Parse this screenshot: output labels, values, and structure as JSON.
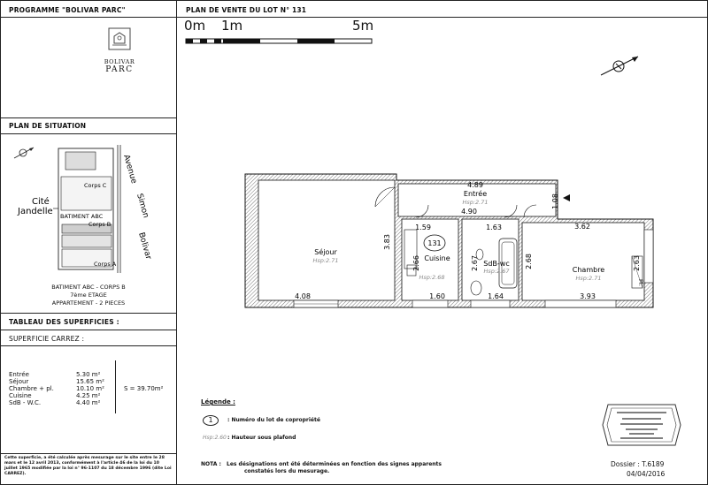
{
  "header": {
    "programme": "PROGRAMME \"BOLIVAR PARC\"",
    "plan_title": "PLAN DE VENTE DU LOT N° 131"
  },
  "logo": {
    "line1": "BOLIVAR",
    "line2": "PARC"
  },
  "situation": {
    "title": "PLAN DE SITUATION",
    "labels": {
      "avenue": "Avenue",
      "simon": "Simon",
      "bolivar": "Bolivar",
      "cite": "Cité",
      "jandelle": "Jandelle",
      "corps_c": "Corps C",
      "batiment_abc": "BATIMENT ABC",
      "corps_b": "Corps B",
      "corps_a": "Corps A"
    },
    "caption_1": "BATIMENT ABC - CORPS B",
    "caption_2": "7ème ETAGE",
    "caption_3": "APPARTEMENT - 2 PIECES"
  },
  "superficies": {
    "title": "TABLEAU DES SUPERFICIES :",
    "carrez_title": "SUPERFICIE CARREZ :",
    "rows": [
      {
        "name": "Entrée",
        "value": "5.30 m²"
      },
      {
        "name": "Séjour",
        "value": "15.65 m²"
      },
      {
        "name": "Chambre + pl.",
        "value": "10.10 m²"
      },
      {
        "name": "Cuisine",
        "value": "4.25 m²"
      },
      {
        "name": "SdB - W.C.",
        "value": "4.40 m²"
      }
    ],
    "total": "S = 39.70m²",
    "note": "Cette superficie, a été calculée après mesurage sur le site entre le 28 mars et le 12 avril 2013, conformément à l'article 46 de la loi du 10 juillet 1965 modifiée par la loi n° 96-1107 du 18 décembre 1996 (dite Loi CARREZ)."
  },
  "scale": {
    "l0": "0m",
    "l1": "1m",
    "l5": "5m"
  },
  "rooms": {
    "entree": {
      "name": "Entrée",
      "hsp": "Hsp:2.71"
    },
    "sejour": {
      "name": "Séjour",
      "hsp": "Hsp:2.71"
    },
    "cuisine": {
      "name": "Cuisine",
      "hsp": "Hsp:2.68"
    },
    "sdb": {
      "name": "SdB-wc",
      "hsp": "Hsp:2.67"
    },
    "chambre": {
      "name": "Chambre",
      "hsp": "Hsp:2.71"
    },
    "pl": "Pl.",
    "lot": "131"
  },
  "dims": {
    "d489": "4.89",
    "d490": "4.90",
    "d108": "1.08",
    "d159": "1.59",
    "d163": "1.63",
    "d362": "3.62",
    "d383": "3.83",
    "d266": "2.66",
    "d267": "2.67",
    "d268": "2.68",
    "d263": "2.63",
    "d408": "4.08",
    "d160": "1.60",
    "d164": "1.64",
    "d393": "3.93"
  },
  "legende": {
    "title": "Légende :",
    "item1_symbol": "1",
    "item1_text": ": Numéro du lot de copropriété",
    "item2_symbol": "Hsp:2.60",
    "item2_text": ": Hauteur sous plafond"
  },
  "nota": {
    "label": "NOTA :",
    "text1": "Les désignations ont été déterminées en fonction des signes apparents",
    "text2": "constatés lors du mesurage."
  },
  "dossier": {
    "number": "Dossier : T.6189",
    "date": "04/04/2016"
  }
}
